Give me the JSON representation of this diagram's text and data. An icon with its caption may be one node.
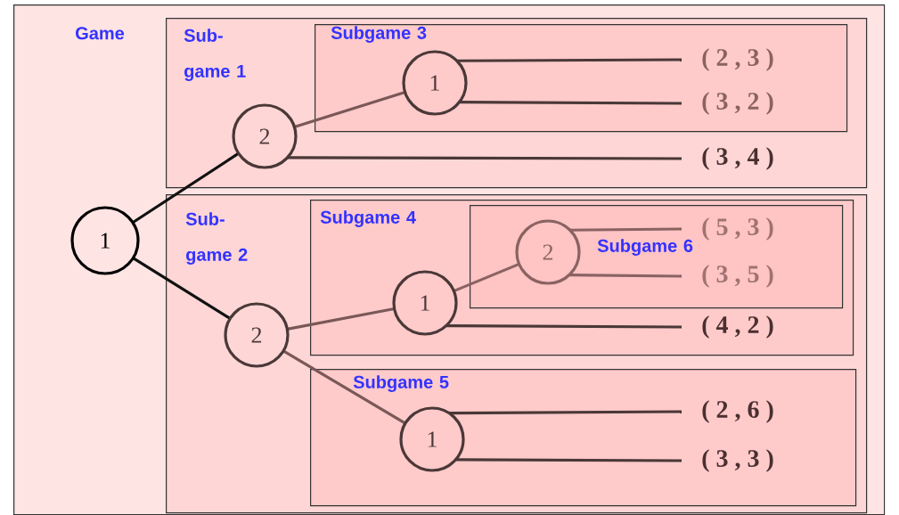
{
  "diagram": {
    "nodes": [
      {
        "text": [
          "Game"
        ]
      },
      {
        "text": [
          "Sub- game 1"
        ],
        "in": 0
      },
      {
        "text": [
          "Subgame 3"
        ],
        "in": 1
      },
      {
        "text": [
          "Sub- game 2"
        ],
        "in": 0
      },
      {
        "text": [
          "Subgame 4"
        ],
        "in": 3
      },
      {
        "text": [
          "Subgame 6"
        ],
        "in": 4
      },
      {
        "text": [
          "Subgame 5"
        ],
        "in": 3
      },
      {
        "text": [
          "1"
        ],
        "in": 0
      },
      {
        "text": [
          "2"
        ],
        "in": 1
      },
      {
        "text": [
          "1"
        ],
        "in": 2
      },
      {
        "text": [
          "2"
        ],
        "in": 3
      },
      {
        "text": [
          "1"
        ],
        "in": 4
      },
      {
        "text": [
          "2"
        ],
        "in": 5
      },
      {
        "text": [
          "1"
        ],
        "in": 6
      },
      {
        "text": [
          "( 2 , 3 )"
        ],
        "in": 2
      },
      {
        "text": [
          "( 3 , 2 )"
        ],
        "in": 2
      },
      {
        "text": [
          "( 3 , 4 )"
        ],
        "in": 1
      },
      {
        "text": [
          "( 5 , 3 )"
        ],
        "in": 5
      },
      {
        "text": [
          "( 3 , 5 )"
        ],
        "in": 5
      },
      {
        "text": [
          "( 4 , 2 )"
        ],
        "in": 4
      },
      {
        "text": [
          "( 2 , 6 )"
        ],
        "in": 6
      },
      {
        "text": [
          "( 3 , 3 )"
        ],
        "in": 6
      }
    ],
    "edges": [
      {
        "from": 7,
        "to": 8,
        "arrow": "none",
        "color": "#111111"
      },
      {
        "from": 7,
        "to": 10,
        "arrow": "none",
        "color": "#111111"
      },
      {
        "from": 8,
        "to": 9,
        "arrow": "none",
        "color": "#7a5858"
      },
      {
        "from": 8,
        "to": 16,
        "arrow": "none"
      },
      {
        "from": 9,
        "to": 14,
        "arrow": "none"
      },
      {
        "from": 9,
        "to": 15,
        "arrow": "none"
      },
      {
        "from": 10,
        "to": 11,
        "arrow": "none",
        "color": "#7a5858"
      },
      {
        "from": 10,
        "to": 13,
        "arrow": "none",
        "color": "#7a5858"
      },
      {
        "from": 11,
        "to": 12,
        "arrow": "none",
        "color": "#8a6262"
      },
      {
        "from": 11,
        "to": 19,
        "arrow": "none"
      },
      {
        "from": 12,
        "to": 17,
        "arrow": "none",
        "color": "#8a6262"
      },
      {
        "from": 12,
        "to": 18,
        "arrow": "none",
        "color": "#8a6262"
      },
      {
        "from": 13,
        "to": 20,
        "arrow": "none"
      },
      {
        "from": 13,
        "to": 21,
        "arrow": "none"
      }
    ]
  }
}
